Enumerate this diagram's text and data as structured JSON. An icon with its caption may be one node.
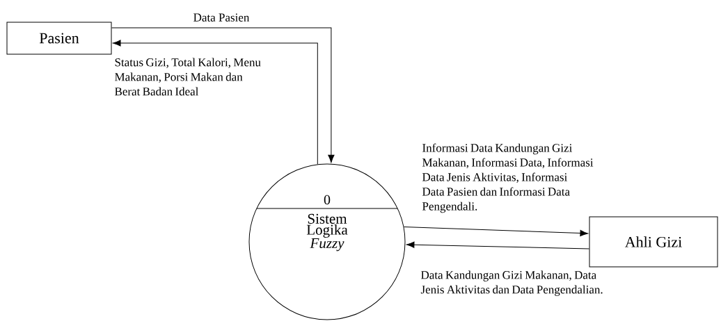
{
  "diagram": {
    "nodes": [
      {
        "text": [
          "Pasien"
        ]
      },
      {
        "text": [
          "0",
          "Sistem Logika *Fuzzy*"
        ]
      },
      {
        "text": [
          "Ahli Gizi"
        ]
      }
    ],
    "edges": [
      {
        "from": 0,
        "to": 1,
        "arrow": "to",
        "label": "Data Pasien"
      },
      {
        "from": 1,
        "to": 0,
        "arrow": "to",
        "label": "Status Gizi, Total Kalori, Menu Makanan, Porsi Makan dan Berat Badan Ideal"
      },
      {
        "from": 1,
        "to": 2,
        "arrow": "to",
        "label": "Informasi Data Kandungan Gizi Makanan, Informasi Data, Informasi Data Jenis Aktivitas, Informasi Data Pasien dan Informasi Data Pengendali."
      },
      {
        "from": 2,
        "to": 1,
        "arrow": "to",
        "label": "Data Kandungan Gizi Makanan, Data Jenis Aktivitas dan Data Pengendalian."
      }
    ]
  }
}
